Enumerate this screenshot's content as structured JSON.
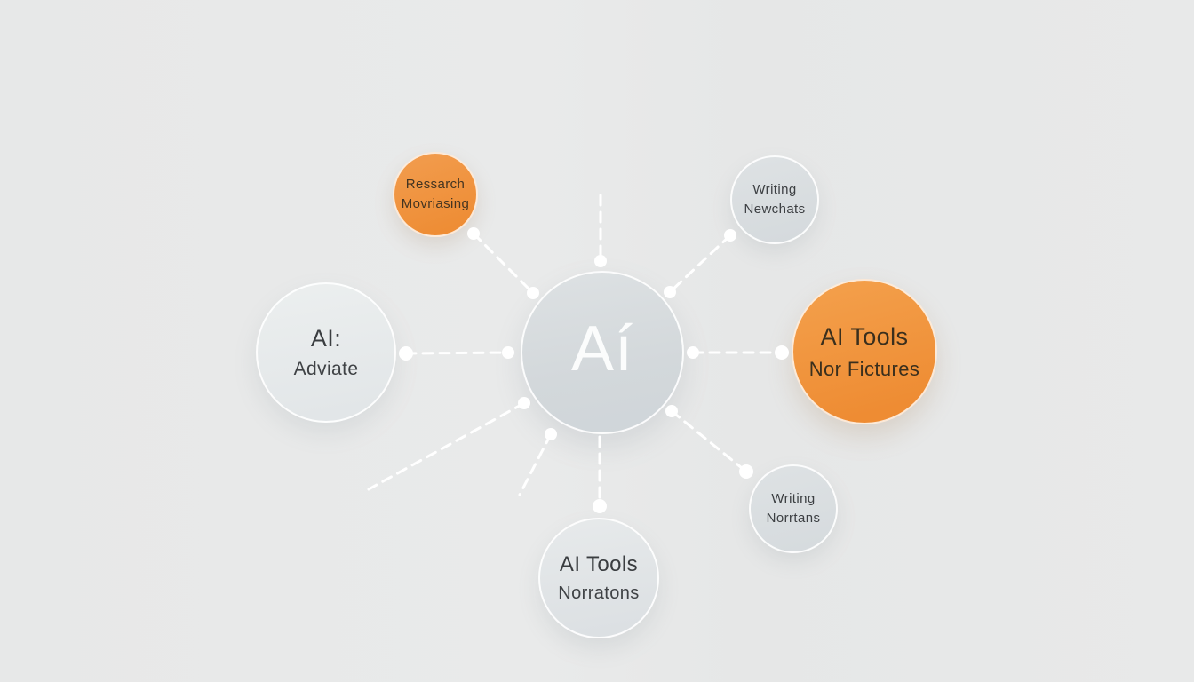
{
  "diagram": {
    "type": "hub-and-spoke mind map",
    "background_color": "#e8e9e9",
    "connector_color": "#ffffff",
    "connector_style": "dashed with round white dot endpoints"
  },
  "colors": {
    "orange_accent": "#f0923e",
    "gray_circle": "#d8dde0",
    "light_circle": "#e7eaec",
    "center_circle": "#d5dadd",
    "dark_text": "#3d3d3d",
    "center_text": "#fbfcfc"
  },
  "center": {
    "label": "Aí"
  },
  "satellites": [
    {
      "id": "ressarch-movriasing",
      "line1": "Ressarch",
      "line2": "Movriasing",
      "color": "orange",
      "position": "top-left"
    },
    {
      "id": "writing-newchats",
      "line1": "Writing",
      "line2": "Newchats",
      "color": "gray",
      "position": "top-right"
    },
    {
      "id": "ai-adviate",
      "line1": "AI:",
      "line2": "Adviate",
      "color": "light-gray",
      "position": "left"
    },
    {
      "id": "ai-tools-nor-fictures",
      "line1": "AI Tools",
      "line2": "Nor Fictures",
      "color": "orange",
      "position": "right"
    },
    {
      "id": "writing-norrtans",
      "line1": "Writing",
      "line2": "Norrtans",
      "color": "gray",
      "position": "bottom-right"
    },
    {
      "id": "ai-tools-norratons",
      "line1": "AI Tools",
      "line2": "Norratons",
      "color": "light-gray",
      "position": "bottom"
    }
  ]
}
